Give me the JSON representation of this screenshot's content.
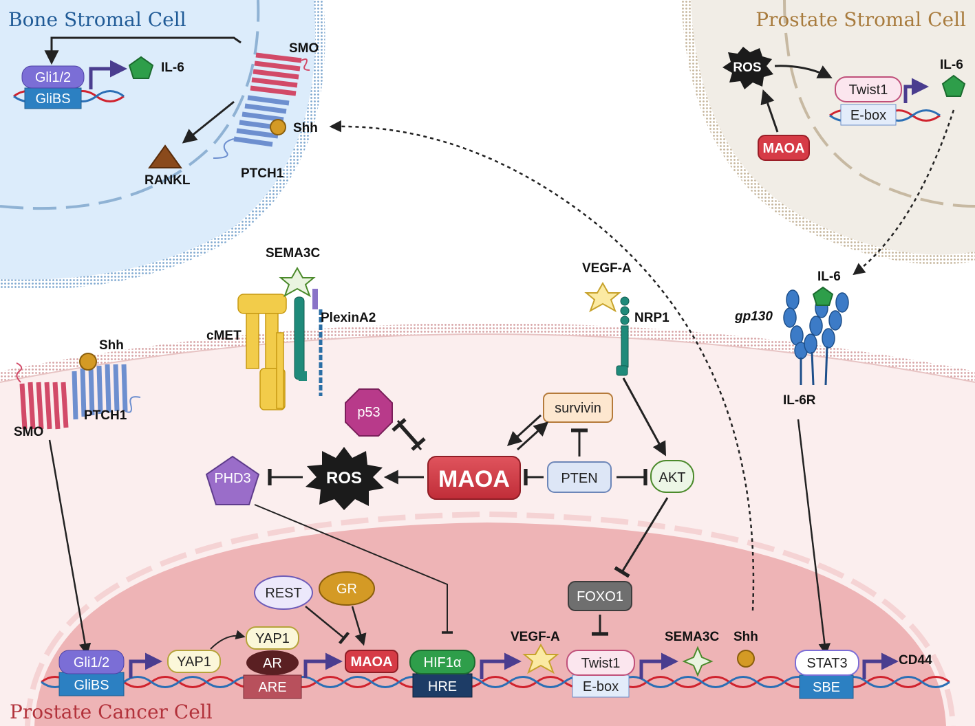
{
  "cells": {
    "bone": "Bone Stromal Cell",
    "prostate_stromal": "Prostate Stromal Cell",
    "cancer": "Prostate Cancer Cell"
  },
  "bone": {
    "gli": "Gli1/2",
    "glibs": "GliBS",
    "il6": "IL-6",
    "smo": "SMO",
    "shh": "Shh",
    "rankl": "RANKL",
    "ptch1": "PTCH1"
  },
  "stromal": {
    "ros": "ROS",
    "twist1": "Twist1",
    "ebox": "E-box",
    "il6": "IL-6",
    "maoa": "MAOA"
  },
  "membrane": {
    "sema3c": "SEMA3C",
    "plexina2": "PlexinA2",
    "cmet": "cMET",
    "vegfa": "VEGF-A",
    "nrp1": "NRP1",
    "il6": "IL-6",
    "gp130": "gp130",
    "il6r": "IL-6R",
    "shh": "Shh",
    "smo": "SMO",
    "ptch1": "PTCH1"
  },
  "cytoplasm": {
    "p53": "p53",
    "survivin": "survivin",
    "phd3": "PHD3",
    "ros": "ROS",
    "maoa": "MAOA",
    "pten": "PTEN",
    "akt": "AKT"
  },
  "nucleus": {
    "rest": "REST",
    "gr": "GR",
    "foxo1": "FOXO1",
    "gli": "Gli1/2",
    "glibs": "GliBS",
    "yap1_a": "YAP1",
    "yap1_b": "YAP1",
    "ar": "AR",
    "are": "ARE",
    "maoa": "MAOA",
    "hif1a": "HIF1α",
    "hre": "HRE",
    "vegfa": "VEGF-A",
    "twist1": "Twist1",
    "ebox": "E-box",
    "sema3c": "SEMA3C",
    "shh": "Shh",
    "stat3": "STAT3",
    "sbe": "SBE",
    "cd44": "CD44"
  },
  "colors": {
    "bone_fill": "#dcecfb",
    "bone_title": "#1f5a96",
    "stromal_fill": "#f1ede6",
    "stromal_title": "#a87b3d",
    "cancer_fill": "#fbeeee",
    "nucleus_fill": "#eeb4b6",
    "maoa": "#d63b46",
    "gene_blue": "#2c80c2",
    "navy": "#1d3c66"
  }
}
